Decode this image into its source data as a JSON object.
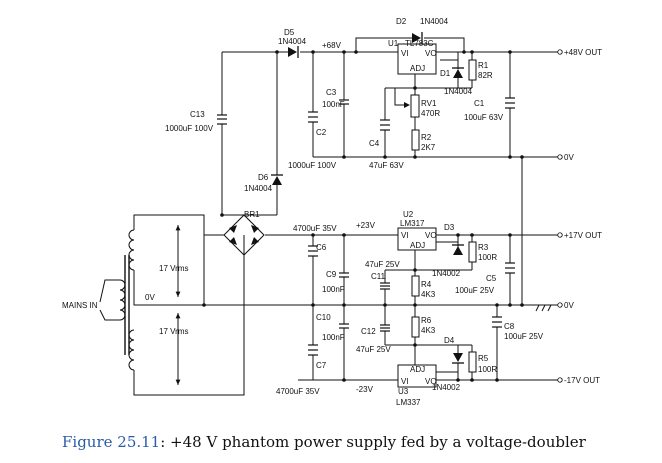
{
  "caption": {
    "figure": "Figure 25.11",
    "text": ": +48 V phantom power supply fed by a voltage-doubler"
  },
  "labels": {
    "d2": "D2",
    "d2v": "1N4004",
    "u1": "U1",
    "u1v": "TL783C",
    "d5": "D5",
    "d5v": "1N4004",
    "p68": "+68V",
    "out48": "+48V OUT",
    "r1": "R1",
    "r1v": "82R",
    "d1": "D1",
    "d1v": "1N4004",
    "c13": "C13",
    "c13v": "1000uF 100V",
    "c3": "C3",
    "c3v": "100nF",
    "c2": "C2",
    "c2v": "1000uF 100V",
    "rv1": "RV1",
    "rv1v": "470R",
    "c1": "C1",
    "c1v": "100uF 63V",
    "r2": "R2",
    "r2v": "2K7",
    "c4": "C4",
    "c4v": "47uF 63V",
    "out0a": "0V",
    "d6": "D6",
    "d6v": "1N4004",
    "br1": "BR1",
    "u2": "U2",
    "u2v": "LM317",
    "c6v": "4700uF 35V",
    "p23": "+23V",
    "d3": "D3",
    "out17": "+17V OUT",
    "c6": "C6",
    "r3": "R3",
    "r3v": "100R",
    "c9": "C9",
    "c9v": "100nF",
    "c11": "C11",
    "c11v": "47uF 25V",
    "d3v": "1N4002",
    "r4": "R4",
    "r4v": "4K3",
    "c5": "C5",
    "c5v": "100uF 25V",
    "vrms1": "17 Vrms",
    "mains": "MAINS IN",
    "zero": "0V",
    "out0b": "0V",
    "c10": "C10",
    "c10v": "100nF",
    "r6": "R6",
    "r6v": "4K3",
    "c8": "C8",
    "c8v": "100uF 25V",
    "vrms2": "17 Vrms",
    "c12": "C12",
    "c12v": "47uF 25V",
    "d4": "D4",
    "c7": "C7",
    "r5": "R5",
    "r5v": "100R",
    "c7v": "4700uF 35V",
    "m23": "-23V",
    "u3": "U3",
    "d4v": "1N4002",
    "out17n": "-17V OUT",
    "u3v": "LM337",
    "vi": "VI",
    "vo": "VO",
    "adj": "ADJ"
  }
}
